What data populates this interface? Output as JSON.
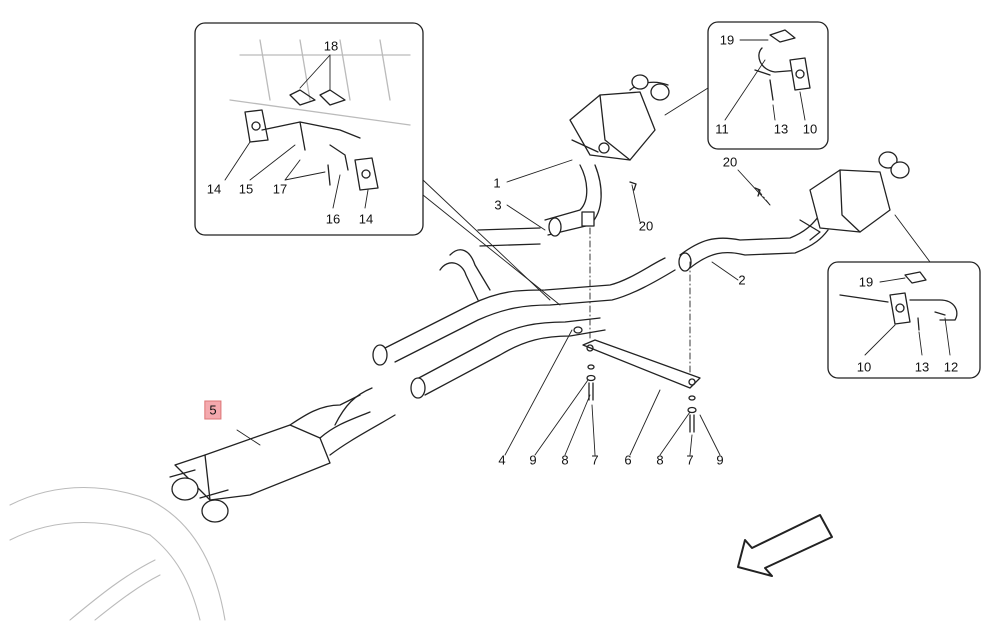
{
  "diagram": {
    "highlight_color": "#f4a9ae",
    "line_color": "#222222",
    "callouts": {
      "c1": "1",
      "c2": "2",
      "c3": "3",
      "c4": "4",
      "c5": "5",
      "c6": "6",
      "c7a": "7",
      "c7b": "7",
      "c8a": "8",
      "c8b": "8",
      "c9a": "9",
      "c9b": "9",
      "c20a": "20",
      "c20b": "20",
      "d1_18": "18",
      "d1_14a": "14",
      "d1_15": "15",
      "d1_17": "17",
      "d1_16": "16",
      "d1_14b": "14",
      "d2_19": "19",
      "d2_11": "11",
      "d2_13": "13",
      "d2_10": "10",
      "d3_19": "19",
      "d3_10": "10",
      "d3_13": "13",
      "d3_12": "12"
    },
    "highlighted_part": "5",
    "direction_arrow": "arrow-icon"
  }
}
